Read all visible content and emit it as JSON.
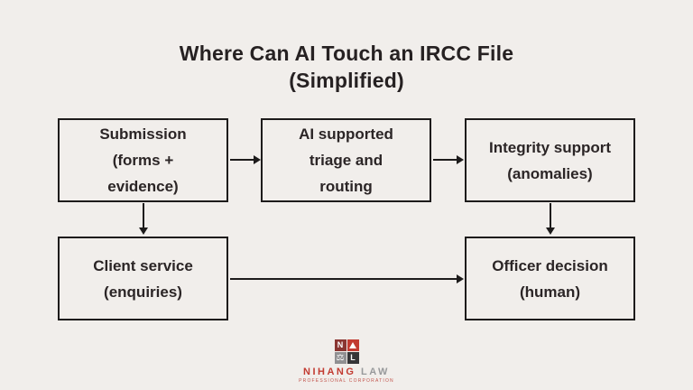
{
  "title": {
    "line1": "Where Can AI Touch an IRCC File",
    "line2": "(Simplified)"
  },
  "boxes": {
    "submission": {
      "lines": [
        "Submission",
        "(forms +",
        "evidence)"
      ]
    },
    "triage": {
      "lines": [
        "AI supported",
        "triage and",
        "routing"
      ]
    },
    "integrity": {
      "lines": [
        "Integrity support",
        "(anomalies)"
      ]
    },
    "client": {
      "lines": [
        "Client service",
        "(enquiries)"
      ]
    },
    "officer": {
      "lines": [
        "Officer decision",
        "(human)"
      ]
    }
  },
  "connections": [
    {
      "from": "submission",
      "to": "triage"
    },
    {
      "from": "triage",
      "to": "integrity"
    },
    {
      "from": "submission",
      "to": "client"
    },
    {
      "from": "integrity",
      "to": "officer"
    },
    {
      "from": "client",
      "to": "officer"
    }
  ],
  "logo": {
    "grid": {
      "n": "N",
      "l": "L"
    },
    "name_primary": "NIHANG",
    "name_secondary": "LAW",
    "tagline": "PROFESSIONAL CORPORATION"
  },
  "colors": {
    "background": "#f1eeeb",
    "box_border": "#1d1b1b",
    "text": "#2b2526",
    "logo_maroon": "#8a3531",
    "logo_red": "#c23b31",
    "logo_gray": "#909092",
    "logo_dark": "#353537"
  }
}
